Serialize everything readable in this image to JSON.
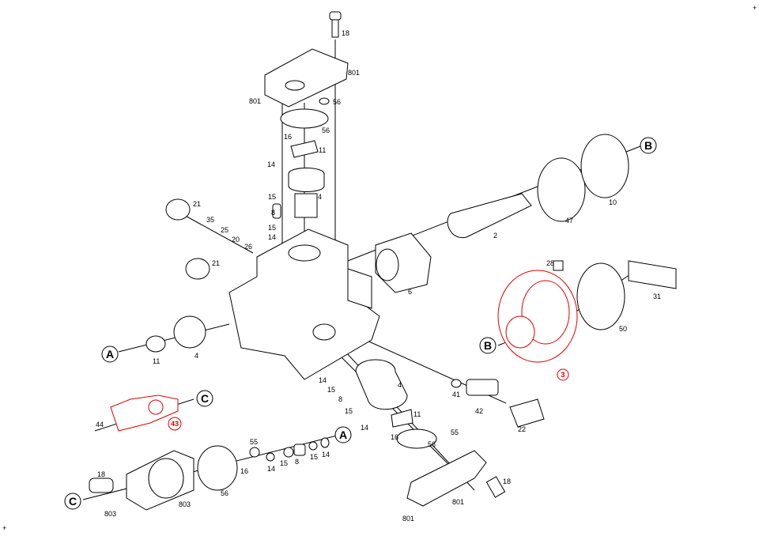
{
  "diagram": {
    "title_marks": [
      "+",
      "+"
    ],
    "part_labels": [
      "18",
      "801",
      "801",
      "56",
      "56",
      "16",
      "11",
      "14",
      "15",
      "4",
      "8",
      "15",
      "14",
      "21",
      "35",
      "25",
      "20",
      "26",
      "21",
      "6",
      "2",
      "47",
      "10",
      "28",
      "31",
      "50",
      "11",
      "4",
      "44",
      "41",
      "42",
      "22",
      "14",
      "15",
      "8",
      "15",
      "14",
      "4",
      "11",
      "16",
      "56",
      "55",
      "55",
      "16",
      "14",
      "15",
      "8",
      "15",
      "14",
      "18",
      "803",
      "56",
      "803",
      "18",
      "801",
      "801"
    ],
    "highlighted_labels": [
      "3",
      "43"
    ],
    "reference_markers": [
      "B",
      "B",
      "A",
      "A",
      "C",
      "C"
    ],
    "highlight_color": "#e00000"
  }
}
